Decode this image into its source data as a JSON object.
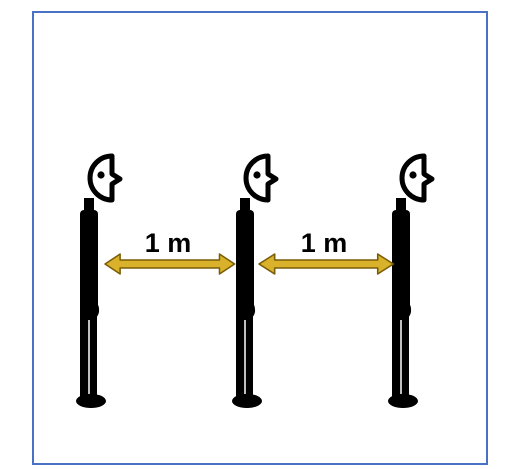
{
  "distances": [
    {
      "label": "1 m"
    },
    {
      "label": "1 m"
    }
  ],
  "people_count": 3,
  "colors": {
    "frame": "#4a72c4",
    "background": "#ffffff",
    "figure": "#000000",
    "arrow": "#d9b12a",
    "arrow_outline": "#7a5d08"
  },
  "icons": [
    "standing-person-icon",
    "double-headed-arrow-icon"
  ]
}
